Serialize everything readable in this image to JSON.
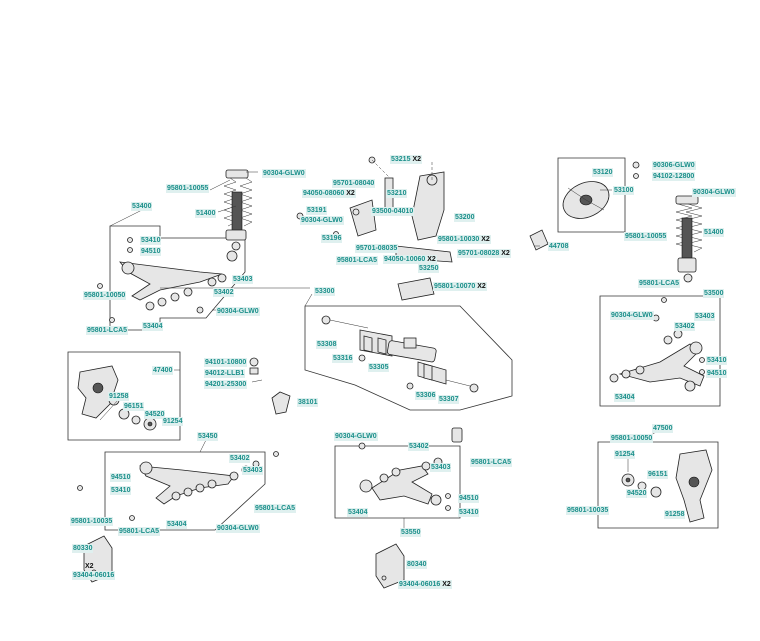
{
  "accent_color": "#1a8f8a",
  "label_bg_color": "#dff0ef",
  "labels": {
    "l53215": "53215",
    "l53215_x": "X2",
    "l95701_08040": "95701-08040",
    "l94050_08060": "94050-08060",
    "l94050_08060_x": "X2",
    "l53210": "53210",
    "l53191": "53191",
    "l93500_04010": "93500-04010",
    "l90304_glw0_top": "90304-GLW0",
    "l53200": "53200",
    "l53196": "53196",
    "l95801_10030": "95801-10030",
    "l95801_10030_x": "X2",
    "l95701_08035": "95701-08035",
    "l95701_08028": "95701-08028",
    "l95701_08028_x": "X2",
    "l95801_lca5_top": "95801-LCA5",
    "l94050_10060": "94050-10060",
    "l94050_10060_x": "X2",
    "l53250": "53250",
    "l95801_10070": "95801-10070",
    "l95801_10070_x": "X2",
    "l44708": "44708",
    "l90304_glw0_left": "90304-GLW0",
    "l95801_10055_left": "95801-10055",
    "l51400_left": "51400",
    "l53400": "53400",
    "l53410_left": "53410",
    "l94510_left": "94510",
    "l53403_left": "53403",
    "l53402_left": "53402",
    "l95801_10050_left": "95801-10050",
    "l90304_glw0_left2": "90304-GLW0",
    "l95801_lca5_left": "95801-LCA5",
    "l53404_left": "53404",
    "l53300": "53300",
    "l53308": "53308",
    "l53316": "53316",
    "l53305": "53305",
    "l53306": "53306",
    "l53307": "53307",
    "l94101_10800": "94101-10800",
    "l94012_llb1": "94012-LLB1",
    "l94201_25300": "94201-25300",
    "l38101": "38101",
    "l47400": "47400",
    "l91258_left": "91258",
    "l96151_left": "96151",
    "l94520_left": "94520",
    "l91254_left": "91254",
    "l53450": "53450",
    "l53402_bl": "53402",
    "l53403_bl": "53403",
    "l94510_bl": "94510",
    "l53410_bl": "53410",
    "l95801_10035_left": "95801-10035",
    "l95801_lca5_bl": "95801-LCA5",
    "l53404_bl": "53404",
    "l95801_lca5_bl2": "95801-LCA5",
    "l90304_glw0_bl": "90304-GLW0",
    "l80330": "80330",
    "l93404_06016_left": "93404-06016",
    "l93404_06016_left_x": "X2",
    "l90304_glw0_mid": "90304-GLW0",
    "l53402_mid": "53402",
    "l53403_mid": "53403",
    "l95801_lca5_mid": "95801-LCA5",
    "l94510_mid": "94510",
    "l53410_mid": "53410",
    "l53404_mid": "53404",
    "l53550": "53550",
    "l80340": "80340",
    "l93404_06016_mid": "93404-06016",
    "l93404_06016_mid_x": "X2",
    "l53120": "53120",
    "l53100": "53100",
    "l90306_glw0": "90306-GLW0",
    "l94102_12800": "94102-12800",
    "l90304_glw0_right": "90304-GLW0",
    "l95801_10055_right": "95801-10055",
    "l51400_right": "51400",
    "l95801_lca5_right": "95801-LCA5",
    "l53500": "53500",
    "l90304_glw0_right2": "90304-GLW0",
    "l53403_right": "53403",
    "l53402_right": "53402",
    "l53410_right": "53410",
    "l94510_right": "94510",
    "l53404_right": "53404",
    "l47500": "47500",
    "l95801_10050_right": "95801-10050",
    "l91254_right": "91254",
    "l96151_right": "96151",
    "l94520_right": "94520",
    "l91258_right": "91258",
    "l95801_10035_right": "95801-10035"
  }
}
